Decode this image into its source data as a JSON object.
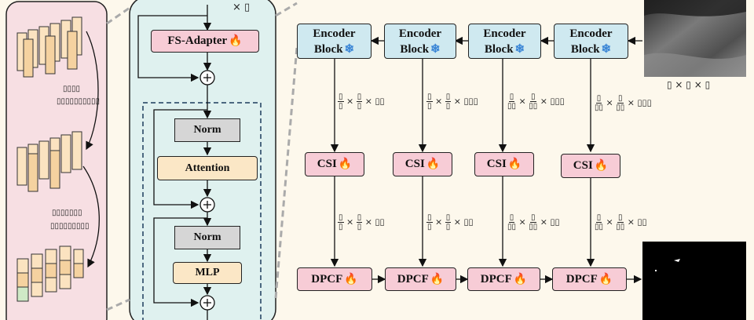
{
  "left_panel": {
    "note1_line1": "▯▯▯▯",
    "note1_line2": "▯▯▯▯▯▯▯▯▯▯",
    "note2_line1": "▯▯▯▯▯▯▯",
    "note2_line2": "▯▯▯▯▯▯▯▯▯"
  },
  "block": {
    "repeat_label": "× ▯",
    "fs_adapter": "FS-Adapter",
    "norm1": "Norm",
    "attention": "Attention",
    "norm2": "Norm",
    "mlp": "MLP"
  },
  "encoders": [
    {
      "line1": "Encoder",
      "line2": "Block"
    },
    {
      "line1": "Encoder",
      "line2": "Block"
    },
    {
      "line1": "Encoder",
      "line2": "Block"
    },
    {
      "line1": "Encoder",
      "line2": "Block"
    }
  ],
  "input_size_label": "▯ × ▯ × ▯",
  "feature_labels_top": [
    {
      "n1": "▯",
      "d1": "▯",
      "n2": "▯",
      "d2": "▯",
      "c": "× ▯▯"
    },
    {
      "n1": "▯",
      "d1": "▯",
      "n2": "▯",
      "d2": "▯",
      "c": "× ▯▯▯"
    },
    {
      "n1": "▯",
      "d1": "▯▯",
      "n2": "▯",
      "d2": "▯▯",
      "c": "× ▯▯▯"
    },
    {
      "n1": "▯",
      "d1": "▯▯",
      "n2": "▯",
      "d2": "▯▯",
      "c": "× ▯▯▯"
    }
  ],
  "csi": [
    "CSI",
    "CSI",
    "CSI",
    "CSI"
  ],
  "feature_labels_bottom": [
    {
      "n1": "▯",
      "d1": "▯",
      "n2": "▯",
      "d2": "▯",
      "c": "× ▯▯"
    },
    {
      "n1": "▯",
      "d1": "▯",
      "n2": "▯",
      "d2": "▯",
      "c": "× ▯▯"
    },
    {
      "n1": "▯",
      "d1": "▯▯",
      "n2": "▯",
      "d2": "▯▯",
      "c": "× ▯▯"
    },
    {
      "n1": "▯",
      "d1": "▯▯",
      "n2": "▯",
      "d2": "▯▯",
      "c": "× ▯▯"
    }
  ],
  "dpcf": [
    "DPCF",
    "DPCF",
    "DPCF",
    "DPCF"
  ],
  "icons": {
    "trainable": "flame-icon",
    "frozen": "snowflake-icon"
  },
  "colors": {
    "encoder": "#cfe9f0",
    "module": "#f7ccd6",
    "norm": "#d6d6d6",
    "attention": "#fbe7c6",
    "left_panel": "#f7dfe3",
    "block_panel": "#dff1ef"
  }
}
